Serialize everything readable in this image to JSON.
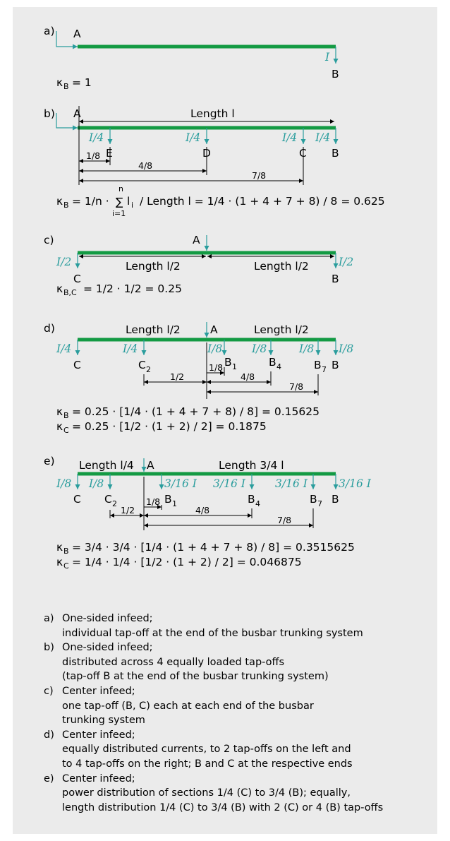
{
  "colors": {
    "busbar": "#139a43",
    "current": "#2a9d9d",
    "panel": "#ebebeb",
    "text": "#000000"
  },
  "a": {
    "tag": "a)",
    "A": "A",
    "B": "B",
    "I": "I",
    "kappa": "κ",
    "kappa_sub": "B",
    "kappa_eq": "= 1"
  },
  "b": {
    "tag": "b)",
    "A": "A",
    "length": "Length l",
    "cur": "I/4",
    "taps": [
      "E",
      "D",
      "C",
      "B"
    ],
    "dims": [
      "1/8",
      "4/8",
      "7/8"
    ],
    "kappa": "κ",
    "kappa_sub": "B",
    "f1": "= 1/n ·",
    "sum_top": "n",
    "sigma": "∑",
    "sum_bottom": "i=1",
    "li": "l",
    "li_sub": "i",
    "f2": "/ Length l = 1/4 · (1 + 4 + 7 + 8) / 8 = 0.625"
  },
  "c": {
    "tag": "c)",
    "A": "A",
    "cur": "I/2",
    "C": "C",
    "B": "B",
    "length_left": "Length l/2",
    "length_right": "Length l/2",
    "kappa": "κ",
    "kappa_sub": "B,C",
    "formula": "= 1/2 · 1/2 = 0.25"
  },
  "d": {
    "tag": "d)",
    "A": "A",
    "length_left": "Length l/2",
    "length_right": "Length l/2",
    "cur_left": "I/4",
    "cur_right": "I/8",
    "C": "C",
    "C2": "C",
    "C2_sub": "2",
    "B1": "B",
    "B1_sub": "1",
    "B4": "B",
    "B4_sub": "4",
    "B7": "B",
    "B7_sub": "7",
    "B": "B",
    "dims": [
      "1/2",
      "1/8",
      "4/8",
      "7/8"
    ],
    "kB": "κ",
    "kB_sub": "B",
    "kB_formula": "= 0.25 · [1/4 · (1 + 4 + 7 + 8) / 8] = 0.15625",
    "kC": "κ",
    "kC_sub": "C",
    "kC_formula": "= 0.25 · [1/2 · (1 + 2) / 2] = 0.1875"
  },
  "e": {
    "tag": "e)",
    "A": "A",
    "length_left": "Length l/4",
    "length_right": "Length 3/4 l",
    "cur_left": "I/8",
    "cur_right": "3/16 I",
    "C": "C",
    "C2": "C",
    "C2_sub": "2",
    "B1": "B",
    "B1_sub": "1",
    "B4": "B",
    "B4_sub": "4",
    "B7": "B",
    "B7_sub": "7",
    "B": "B",
    "dims": [
      "1/2",
      "1/8",
      "4/8",
      "7/8"
    ],
    "kB": "κ",
    "kB_sub": "B",
    "kB_formula": "= 3/4 · 3/4 · [1/4 · (1 + 4 + 7 + 8) / 8] = 0.3515625",
    "kC": "κ",
    "kC_sub": "C",
    "kC_formula": "= 1/4 · 1/4 · [1/2 · (1 + 2) / 2] = 0.046875"
  },
  "legend": [
    {
      "key": "a)",
      "lines": [
        "One-sided infeed;",
        "individual tap-off at the end of the busbar trunking system"
      ]
    },
    {
      "key": "b)",
      "lines": [
        "One-sided infeed;",
        "distributed across 4 equally loaded tap-offs",
        "(tap-off B at the end of the busbar trunking system)"
      ]
    },
    {
      "key": "c)",
      "lines": [
        "Center infeed;",
        "one tap-off (B, C) each at each end of the busbar",
        "trunking system"
      ]
    },
    {
      "key": "d)",
      "lines": [
        "Center infeed;",
        "equally distributed currents, to 2 tap-offs on the left and",
        "to 4 tap-offs on the right; B and C at the respective ends"
      ]
    },
    {
      "key": "e)",
      "lines": [
        "Center infeed;",
        "power distribution of sections 1/4 (C) to 3/4 (B); equally,",
        "length distribution 1/4 (C) to 3/4 (B) with 2 (C) or 4 (B) tap-offs"
      ]
    }
  ]
}
